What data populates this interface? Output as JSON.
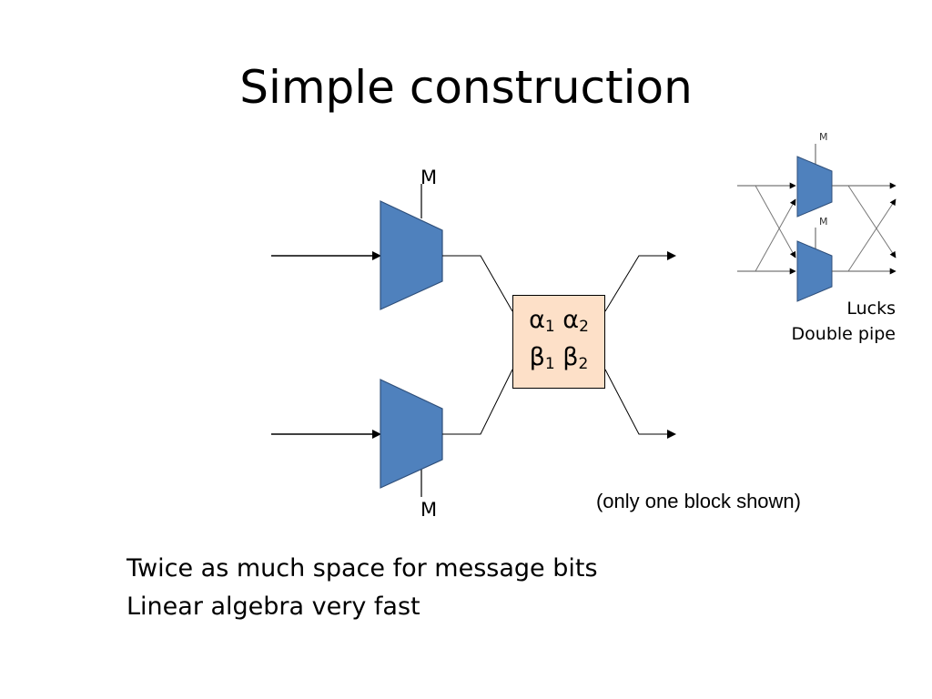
{
  "slide": {
    "title": "Simple construction"
  },
  "diagram": {
    "top_label": "M",
    "bottom_label": "M",
    "mix_box": {
      "row1": {
        "sym1": "α",
        "sub1": "1",
        "sym2": "α",
        "sub2": "2"
      },
      "row2": {
        "sym1": "β",
        "sub1": "1",
        "sym2": "β",
        "sub2": "2"
      }
    },
    "caption": "(only one block shown)",
    "block_fill_color": "#4f81bd",
    "mix_fill_color": "#fde0c8"
  },
  "reference": {
    "thumb_top_label": "M",
    "thumb_bottom_label": "M",
    "line1": "Lucks",
    "line2": "Double pipe"
  },
  "bullets": [
    "Twice as much space for message bits",
    "Linear algebra very fast"
  ]
}
